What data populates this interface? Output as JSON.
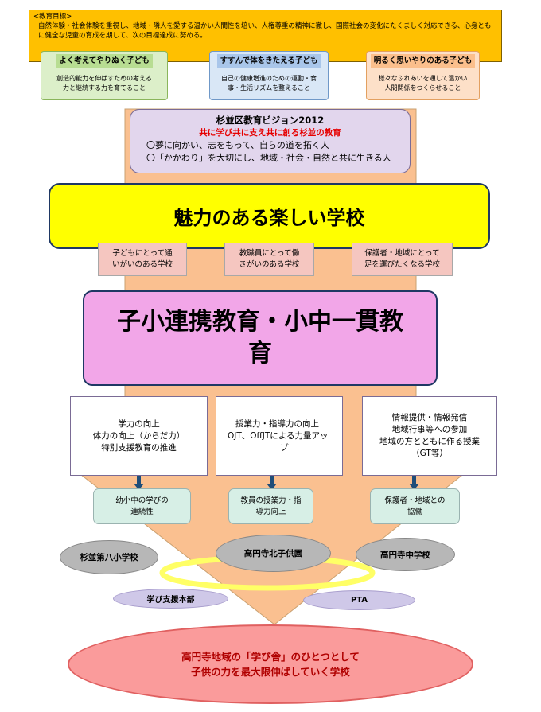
{
  "goals": {
    "heading": "<教育目標>",
    "text": "自然体験・社会体験を重視し、地域・隣人を愛する温かい人間性を培い、人権尊重の精神に徹し、国際社会の変化にたくましく対応できる、心身ともに健全な児童の育成を期して、次の目標達成に努める。",
    "cards": [
      {
        "title": "よく考えてやりぬく子ども",
        "line1": "創造的能力を伸ばすための考える",
        "line2": "力と継続する力を育てること"
      },
      {
        "title": "すすんで体をきたえる子ども",
        "line1": "自己の健康増進のための運動・食",
        "line2": "事・生活リズムを整えること"
      },
      {
        "title": "明るく思いやりのある子ども",
        "line1": "様々なふれあいを通して温かい",
        "line2": "人間関係をつくらせること"
      }
    ]
  },
  "vision": {
    "title": "杉並区教育ビジョン2012",
    "subtitle": "共に学び共に支え共に創る杉並の教育",
    "item1": "〇夢に向かい、志をもって、自らの道を拓く人",
    "item2": "〇「かかわり」を大切にし、地域・社会・自然と共に生きる人"
  },
  "main_banner": "魅力のある楽しい学校",
  "school_boxes": [
    {
      "line1": "子どもにとって通",
      "line2": "いがいのある学校"
    },
    {
      "line1": "教職員にとって働",
      "line2": "きがいのある学校"
    },
    {
      "line1": "保護者・地域にとって",
      "line2": "足を運びたくなる学校"
    }
  ],
  "core": {
    "line1": "子小連携教育・小中一貫教",
    "line2": "育"
  },
  "initiatives": [
    {
      "lines": [
        "学力の向上",
        "体力の向上（からだ力）",
        "特別支援教育の推進"
      ]
    },
    {
      "lines": [
        "授業力・指導力の向上",
        "OJT、OffJTによる力量アッ",
        "プ"
      ]
    },
    {
      "lines": [
        "情報提供・情報発信",
        "地域行事等への参加",
        "地域の方とともに作る授業",
        "（GT等）"
      ]
    }
  ],
  "outcomes": [
    {
      "line1": "幼小中の学びの",
      "line2": "連続性"
    },
    {
      "line1": "教員の授業力・指",
      "line2": "導力向上"
    },
    {
      "line1": "保護者・地域との",
      "line2": "協働"
    }
  ],
  "partners": {
    "school8": "杉並第八小学校",
    "kita": "高円寺北子供園",
    "junior": "高円寺中学校",
    "support": "学び支援本部",
    "pta": "PTA"
  },
  "bottom": {
    "line1": "高円寺地域の「学び舎」のひとつとして",
    "line2": "子供の力を最大限伸ばしていく学校"
  },
  "colors": {
    "goal_bg": "#ffc000",
    "arrow_fill": "#fac090",
    "banner_yellow": "#ffff00",
    "core_pink": "#f2a6e8",
    "ring_yellow": "#ffff66",
    "bottom_red": "#fa9b9b",
    "accent_red": "#e60000"
  }
}
